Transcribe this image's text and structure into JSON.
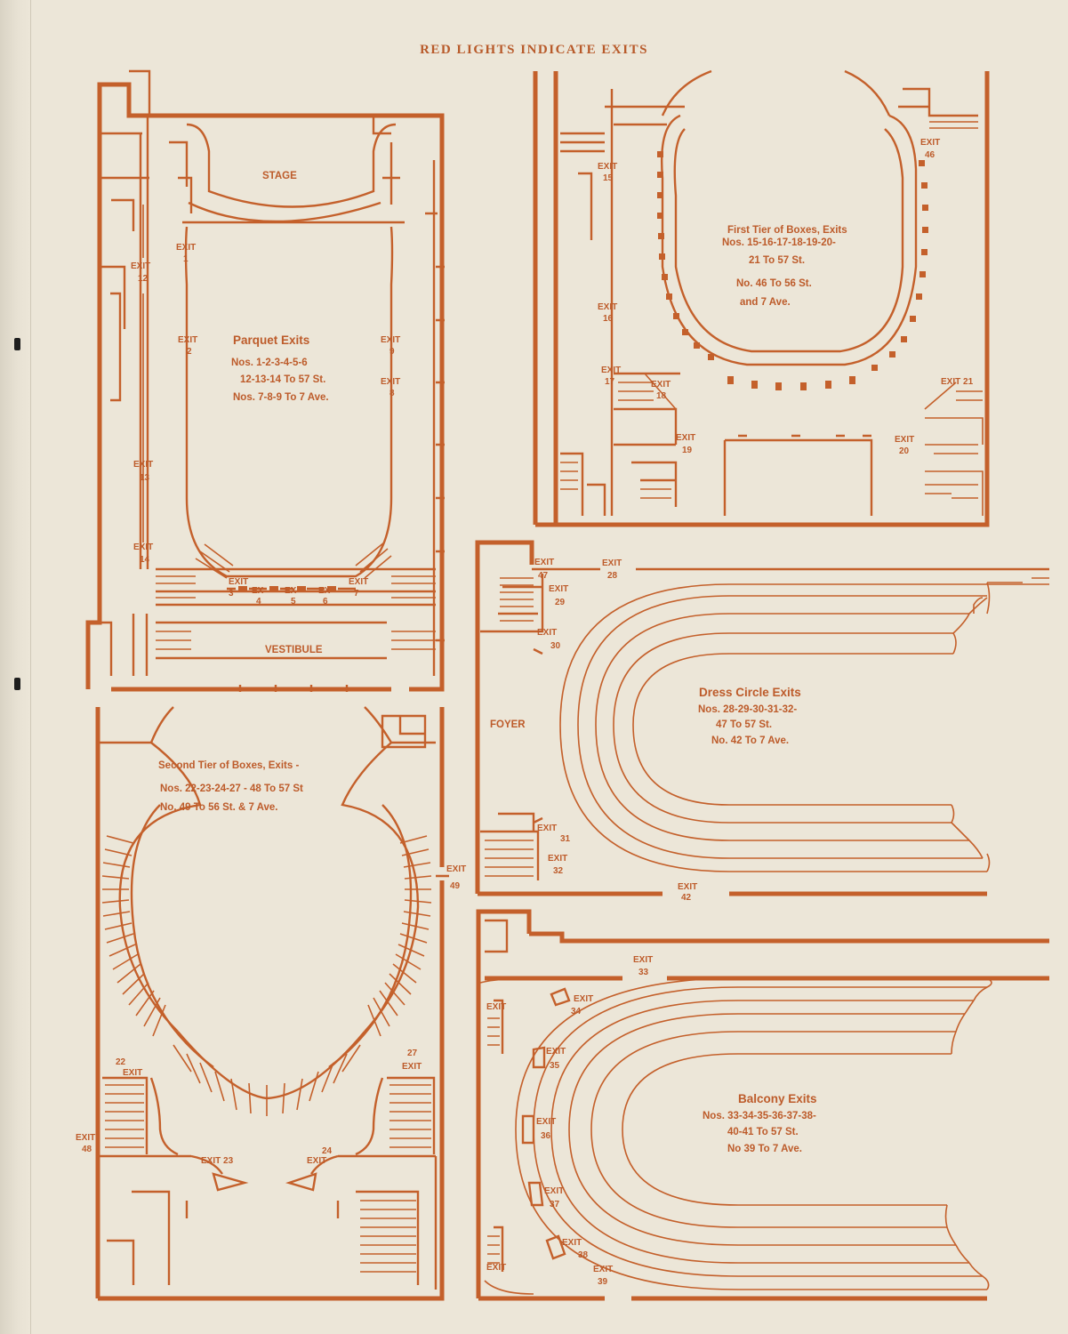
{
  "heading": "RED LIGHTS INDICATE EXITS",
  "colors": {
    "ink": "#c4602b",
    "paper": "#ece6d8"
  },
  "parquet": {
    "title": "Parquet Exits",
    "lines": [
      "Nos. 1-2-3-4-5-6",
      "12-13-14 To 57 St.",
      "Nos. 7-8-9 To 7 Ave."
    ],
    "stage": "STAGE",
    "vestibule": "VESTIBULE",
    "exits": [
      {
        "a": "EXIT",
        "b": "1"
      },
      {
        "a": "EXIT",
        "b": "2"
      },
      {
        "a": "EXIT",
        "b": "9"
      },
      {
        "a": "EXIT",
        "b": "8"
      },
      {
        "a": "EXIT",
        "b": "12"
      },
      {
        "a": "EXIT",
        "b": "13"
      },
      {
        "a": "EXIT",
        "b": "14"
      },
      {
        "a": "EXIT",
        "b": "3"
      },
      {
        "a": "EX",
        "b": "4"
      },
      {
        "a": "EX",
        "b": "5"
      },
      {
        "a": "EX",
        "b": "6"
      },
      {
        "a": "EXIT",
        "b": "7"
      }
    ]
  },
  "first_tier": {
    "lines": [
      "First Tier of Boxes, Exits",
      "Nos. 15-16-17-18-19-20-",
      "21 To 57 St.",
      "No. 46 To 56 St.",
      "and 7 Ave."
    ],
    "exits": [
      {
        "a": "EXIT",
        "b": "15"
      },
      {
        "a": "EXIT",
        "b": "16"
      },
      {
        "a": "EXIT",
        "b": "17"
      },
      {
        "a": "EXIT",
        "b": "18"
      },
      {
        "a": "EXIT",
        "b": "19"
      },
      {
        "a": "EXIT",
        "b": "20"
      },
      {
        "a": "EXIT",
        "b": "46"
      },
      {
        "a": "EXIT 21",
        "b": ""
      }
    ]
  },
  "second_tier": {
    "lines": [
      "Second Tier of Boxes, Exits -",
      "Nos. 22-23-24-27 - 48 To 57 St",
      "No. 49 To 56 St. & 7 Ave."
    ],
    "exits": [
      {
        "a": "EXIT",
        "b": "49"
      },
      {
        "a": "22",
        "b": "EXIT"
      },
      {
        "a": "27",
        "b": "EXIT"
      },
      {
        "a": "EXIT",
        "b": "48"
      },
      {
        "a": "EXIT 23",
        "b": ""
      },
      {
        "a": "24",
        "b": "EXIT"
      }
    ]
  },
  "dress_circle": {
    "lines": [
      "Dress Circle Exits",
      "Nos. 28-29-30-31-32-",
      "47 To 57 St.",
      "No. 42 To 7 Ave."
    ],
    "foyer": "FOYER",
    "exits": [
      {
        "a": "EXIT",
        "b": "47"
      },
      {
        "a": "EXIT",
        "b": "28"
      },
      {
        "a": "EXIT",
        "b": "29"
      },
      {
        "a": "EXIT",
        "b": "30"
      },
      {
        "a": "EXIT",
        "b": "31"
      },
      {
        "a": "EXIT",
        "b": "32"
      },
      {
        "a": "EXIT",
        "b": "42"
      }
    ]
  },
  "balcony": {
    "lines": [
      "Balcony Exits",
      "Nos. 33-34-35-36-37-38-",
      "40-41 To 57 St.",
      "No 39 To 7 Ave."
    ],
    "exits": [
      {
        "a": "EXIT",
        "b": "33"
      },
      {
        "a": "EXIT",
        "b": ""
      },
      {
        "a": "EXIT",
        "b": "34"
      },
      {
        "a": "EXIT",
        "b": "35"
      },
      {
        "a": "EXIT",
        "b": "36"
      },
      {
        "a": "EXIT",
        "b": "37"
      },
      {
        "a": "EXIT",
        "b": "38"
      },
      {
        "a": "EXIT",
        "b": "39"
      },
      {
        "a": "EXIT",
        "b": ""
      }
    ]
  }
}
